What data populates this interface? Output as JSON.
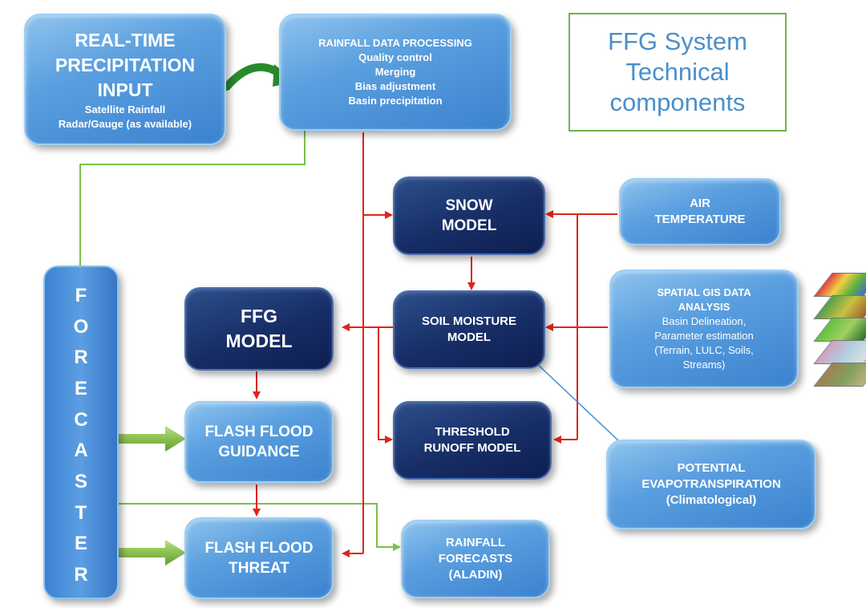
{
  "title": {
    "lines": [
      "FFG System",
      "Technical",
      "components"
    ]
  },
  "boxes": {
    "realtime": {
      "heading": [
        "REAL-TIME",
        "PRECIPITATION",
        "INPUT"
      ],
      "details": [
        "Satellite Rainfall",
        "Radar/Gauge (as available)"
      ]
    },
    "processing": {
      "lines": [
        "RAINFALL DATA PROCESSING",
        "Quality control",
        "Merging",
        "Bias adjustment",
        "Basin precipitation"
      ]
    },
    "snow": {
      "lines": [
        "SNOW",
        "MODEL"
      ]
    },
    "air": {
      "lines": [
        "AIR",
        "TEMPERATURE"
      ]
    },
    "soil": {
      "lines": [
        "SOIL MOISTURE",
        "MODEL"
      ]
    },
    "gis": {
      "heading": [
        "SPATIAL GIS DATA",
        "ANALYSIS"
      ],
      "details": [
        "Basin Delineation,",
        "Parameter estimation",
        "(Terrain, LULC, Soils,",
        "Streams)"
      ]
    },
    "ffg": {
      "lines": [
        "FFG",
        "MODEL"
      ]
    },
    "guidance": {
      "lines": [
        "FLASH FLOOD",
        "GUIDANCE"
      ]
    },
    "threshold": {
      "lines": [
        "THRESHOLD",
        "RUNOFF MODEL"
      ]
    },
    "pet": {
      "lines": [
        "POTENTIAL",
        "EVAPOTRANSPIRATION",
        "(Climatological)"
      ]
    },
    "threat": {
      "lines": [
        "FLASH FLOOD",
        "THREAT"
      ]
    },
    "forecasts": {
      "lines": [
        "RAINFALL",
        "FORECASTS",
        "(ALADIN)"
      ]
    }
  },
  "forecaster": {
    "letters": [
      "F",
      "O",
      "R",
      "E",
      "C",
      "A",
      "S",
      "T",
      "E",
      "R"
    ]
  },
  "colors": {
    "red_arrow": "#e0241b",
    "green_line": "#7cbf4a",
    "blue_line": "#3d8fd8",
    "light_box": "#5a9fdf",
    "dark_box": "#172d66"
  }
}
